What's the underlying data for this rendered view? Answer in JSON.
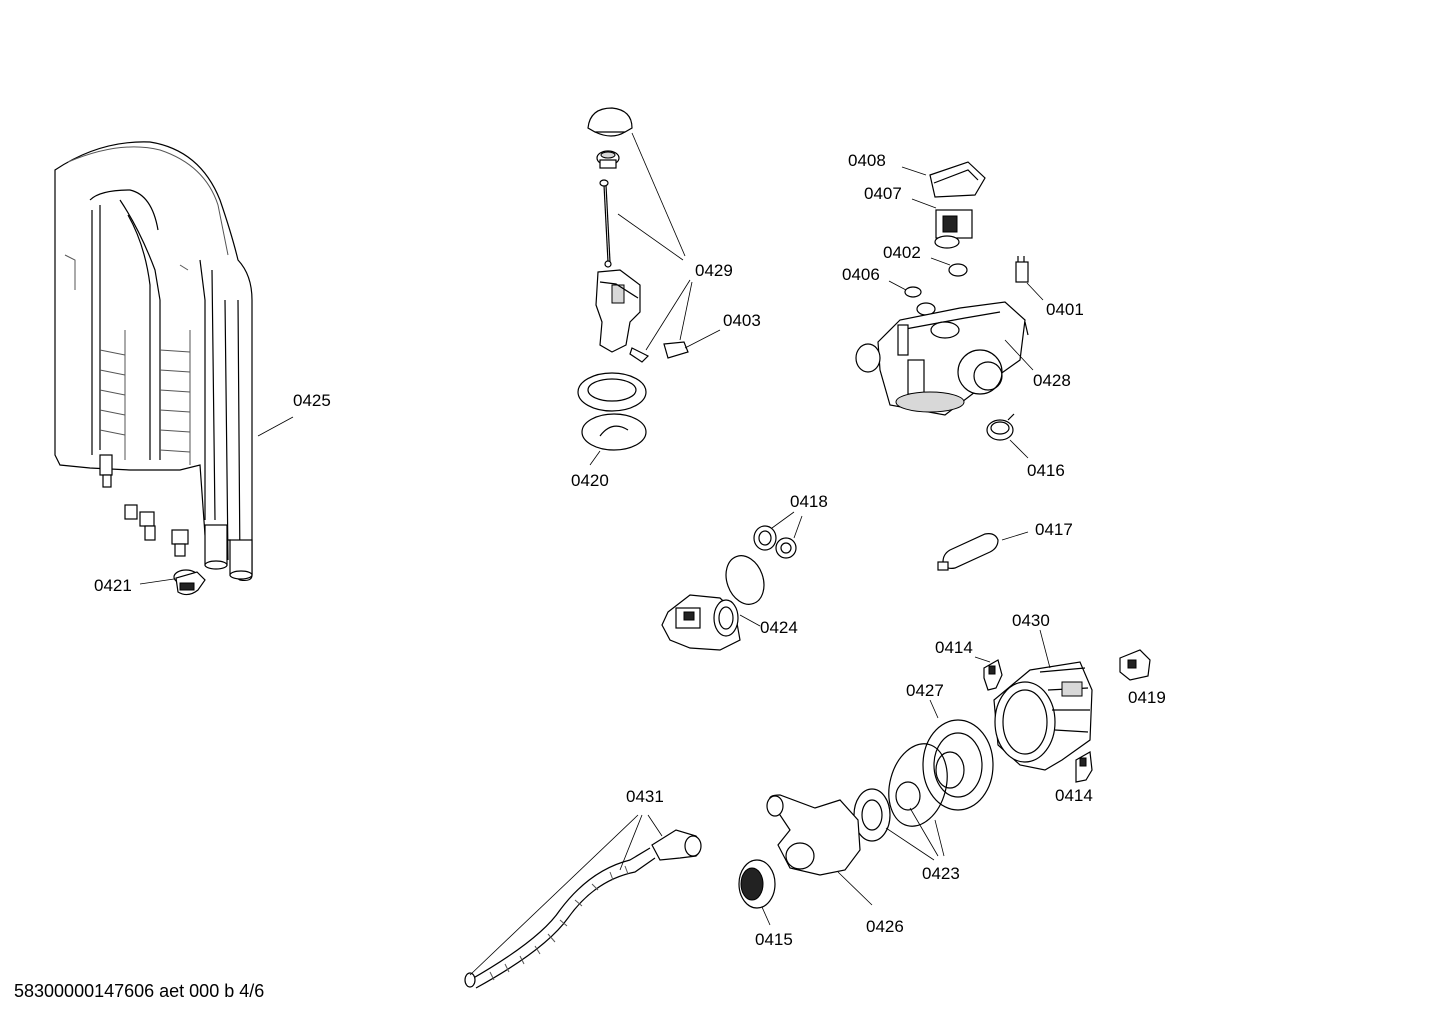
{
  "footer": "58300000147606 aet 000 b 4/6",
  "parts": {
    "p0425": "0425",
    "p0421": "0421",
    "p0429": "0429",
    "p0403": "0403",
    "p0420": "0420",
    "p0408": "0408",
    "p0407": "0407",
    "p0402": "0402",
    "p0406": "0406",
    "p0401": "0401",
    "p0428": "0428",
    "p0416": "0416",
    "p0418": "0418",
    "p0417": "0417",
    "p0424": "0424",
    "p0430": "0430",
    "p0414a": "0414",
    "p0419": "0419",
    "p0427": "0427",
    "p0414b": "0414",
    "p0431": "0431",
    "p0423": "0423",
    "p0415": "0415",
    "p0426": "0426"
  }
}
